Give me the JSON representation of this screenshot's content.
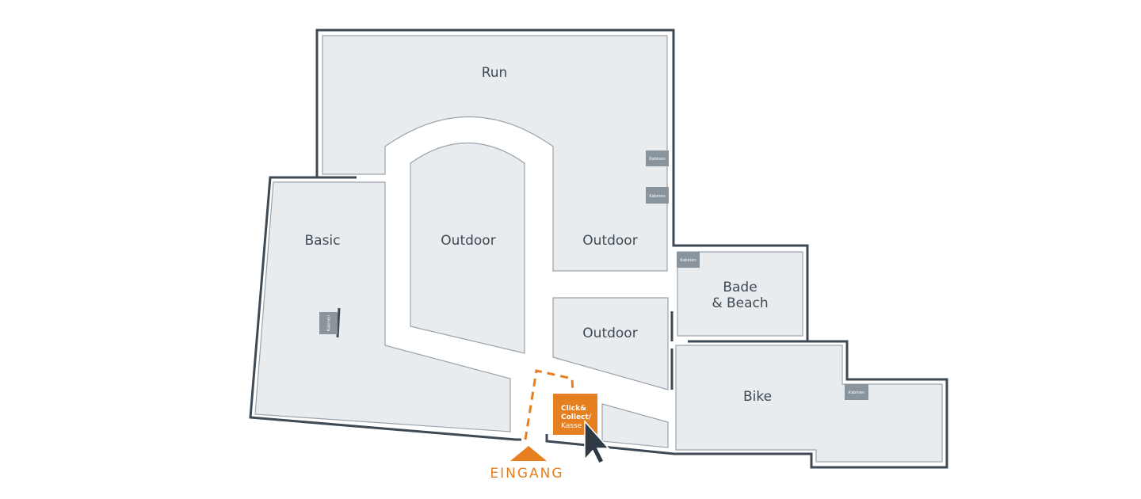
{
  "zones": {
    "run": "Run",
    "basic": "Basic",
    "outdoor_center": "Outdoor",
    "outdoor_right": "Outdoor",
    "outdoor_lower": "Outdoor",
    "bade_line1": "Bade",
    "bade_line2": "& Beach",
    "bike": "Bike"
  },
  "cabins": {
    "run_top": "Kabinen",
    "run_bottom": "Kabinen",
    "bade": "Kabinen",
    "bike": "Kabinen",
    "basic": "Kabinen"
  },
  "checkout": {
    "line1": "Click&",
    "line2": "Collect/",
    "line3": "Kasse"
  },
  "entrance": {
    "label": "EINGANG"
  },
  "colors": {
    "accent": "#e57f1f",
    "zone_fill": "#e9ecef",
    "wall": "#3d4a55"
  }
}
